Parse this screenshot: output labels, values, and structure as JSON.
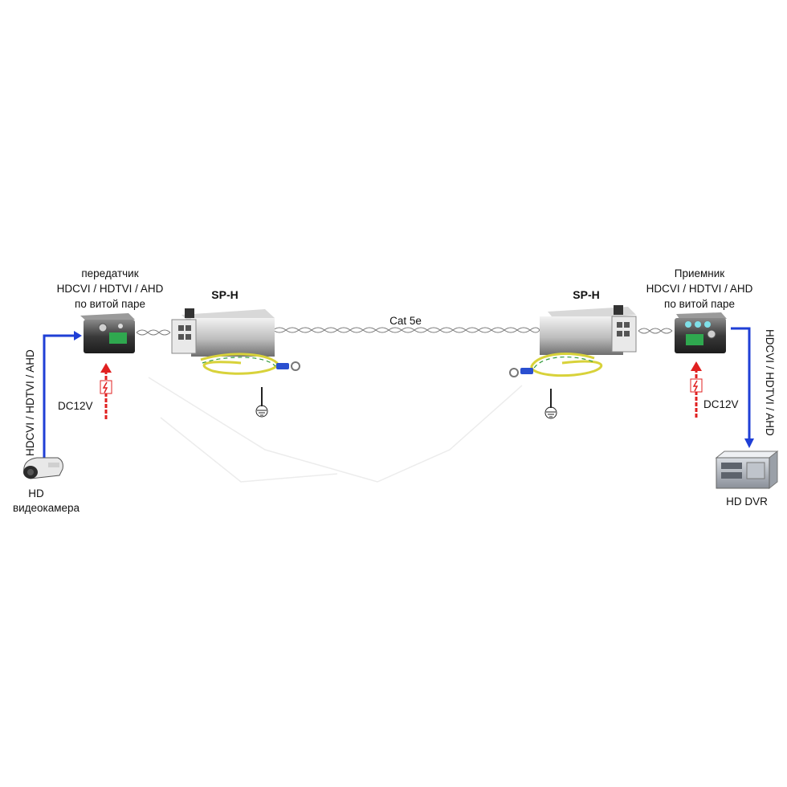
{
  "transmitter": {
    "line1": "передатчик",
    "line2": "HDCVI / HDTVI / AHD",
    "line3": "по витой паре"
  },
  "receiver": {
    "line1": "Приемник",
    "line2": "HDCVI / HDTVI / AHD",
    "line3": "по витой паре"
  },
  "protector_left": {
    "label": "SP-H"
  },
  "protector_right": {
    "label": "SP-H"
  },
  "cable": {
    "label": "Cat 5e"
  },
  "power_left": {
    "label": "DC12V"
  },
  "power_right": {
    "label": "DC12V"
  },
  "signal_left": {
    "label": "HDCVI / HDTVI / AHD"
  },
  "signal_right": {
    "label": "HDCVI / HDTVI / AHD"
  },
  "camera": {
    "line1": "HD",
    "line2": "видеокамера"
  },
  "dvr": {
    "label": "HD DVR"
  },
  "colors": {
    "signal_arrow": "#1f3fd6",
    "power_arrow": "#e02020",
    "ground_wire_yellow": "#d8d23a",
    "ground_wire_green": "#2f9a3a",
    "connector_blue": "#2a4fd0",
    "cable": "#7a7a7a"
  }
}
